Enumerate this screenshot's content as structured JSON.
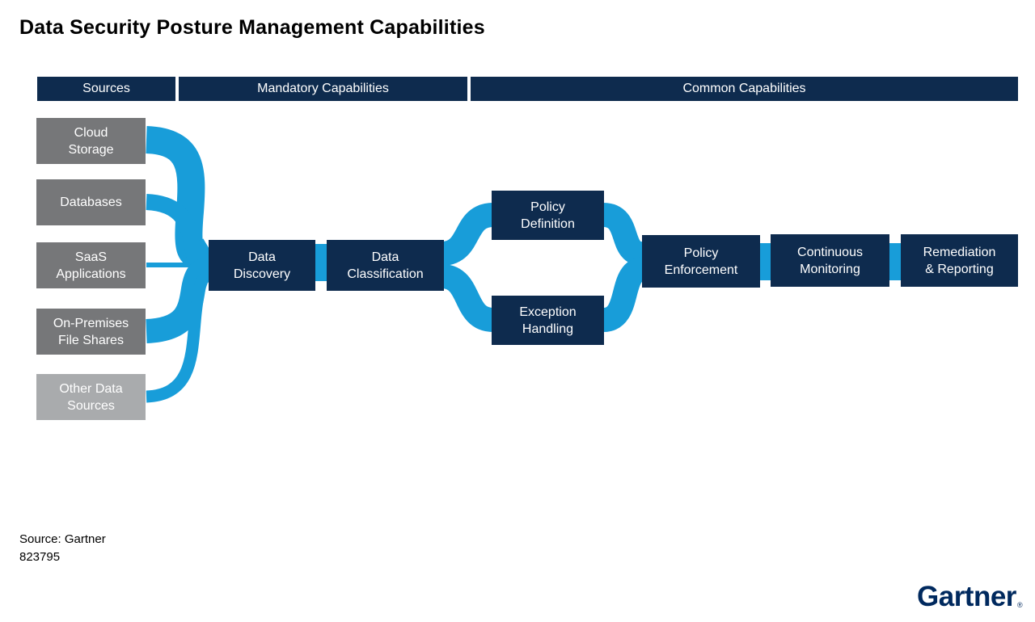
{
  "title": "Data Security Posture Management Capabilities",
  "bands": [
    {
      "label": "Sources"
    },
    {
      "label": "Mandatory Capabilities"
    },
    {
      "label": "Common Capabilities"
    }
  ],
  "sources": [
    {
      "label": "Cloud\nStorage",
      "shade": "dark"
    },
    {
      "label": "Databases",
      "shade": "dark"
    },
    {
      "label": "SaaS\nApplications",
      "shade": "dark"
    },
    {
      "label": "On-Premises\nFile Shares",
      "shade": "dark"
    },
    {
      "label": "Other Data\nSources",
      "shade": "light"
    }
  ],
  "nodes": {
    "data_discovery": "Data\nDiscovery",
    "data_classification": "Data\nClassification",
    "policy_definition": "Policy\nDefinition",
    "exception_handling": "Exception\nHandling",
    "policy_enforcement": "Policy\nEnforcement",
    "continuous_monitoring": "Continuous\nMonitoring",
    "remediation_reporting": "Remediation\n& Reporting"
  },
  "footer": {
    "source": "Source: Gartner",
    "figure_id": "823795"
  },
  "logo": {
    "wordmark": "Gartner",
    "registered_mark": "®"
  },
  "colors": {
    "navy": "#0E2B4E",
    "flow_blue": "#189DD9",
    "source_gray": "#767779",
    "source_gray_light": "#A9ABAD",
    "logo_navy": "#00295E"
  }
}
